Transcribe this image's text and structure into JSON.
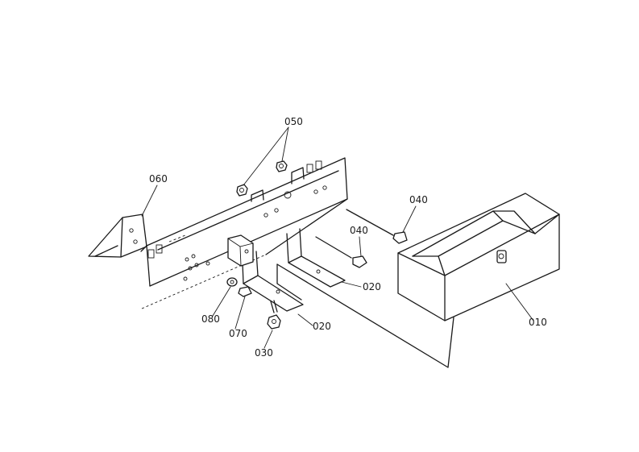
{
  "labels": {
    "p010": "010",
    "p020a": "020",
    "p020b": "020",
    "p030": "030",
    "p040a": "040",
    "p040b": "040",
    "p050": "050",
    "p060": "060",
    "p070": "070",
    "p080": "080"
  }
}
